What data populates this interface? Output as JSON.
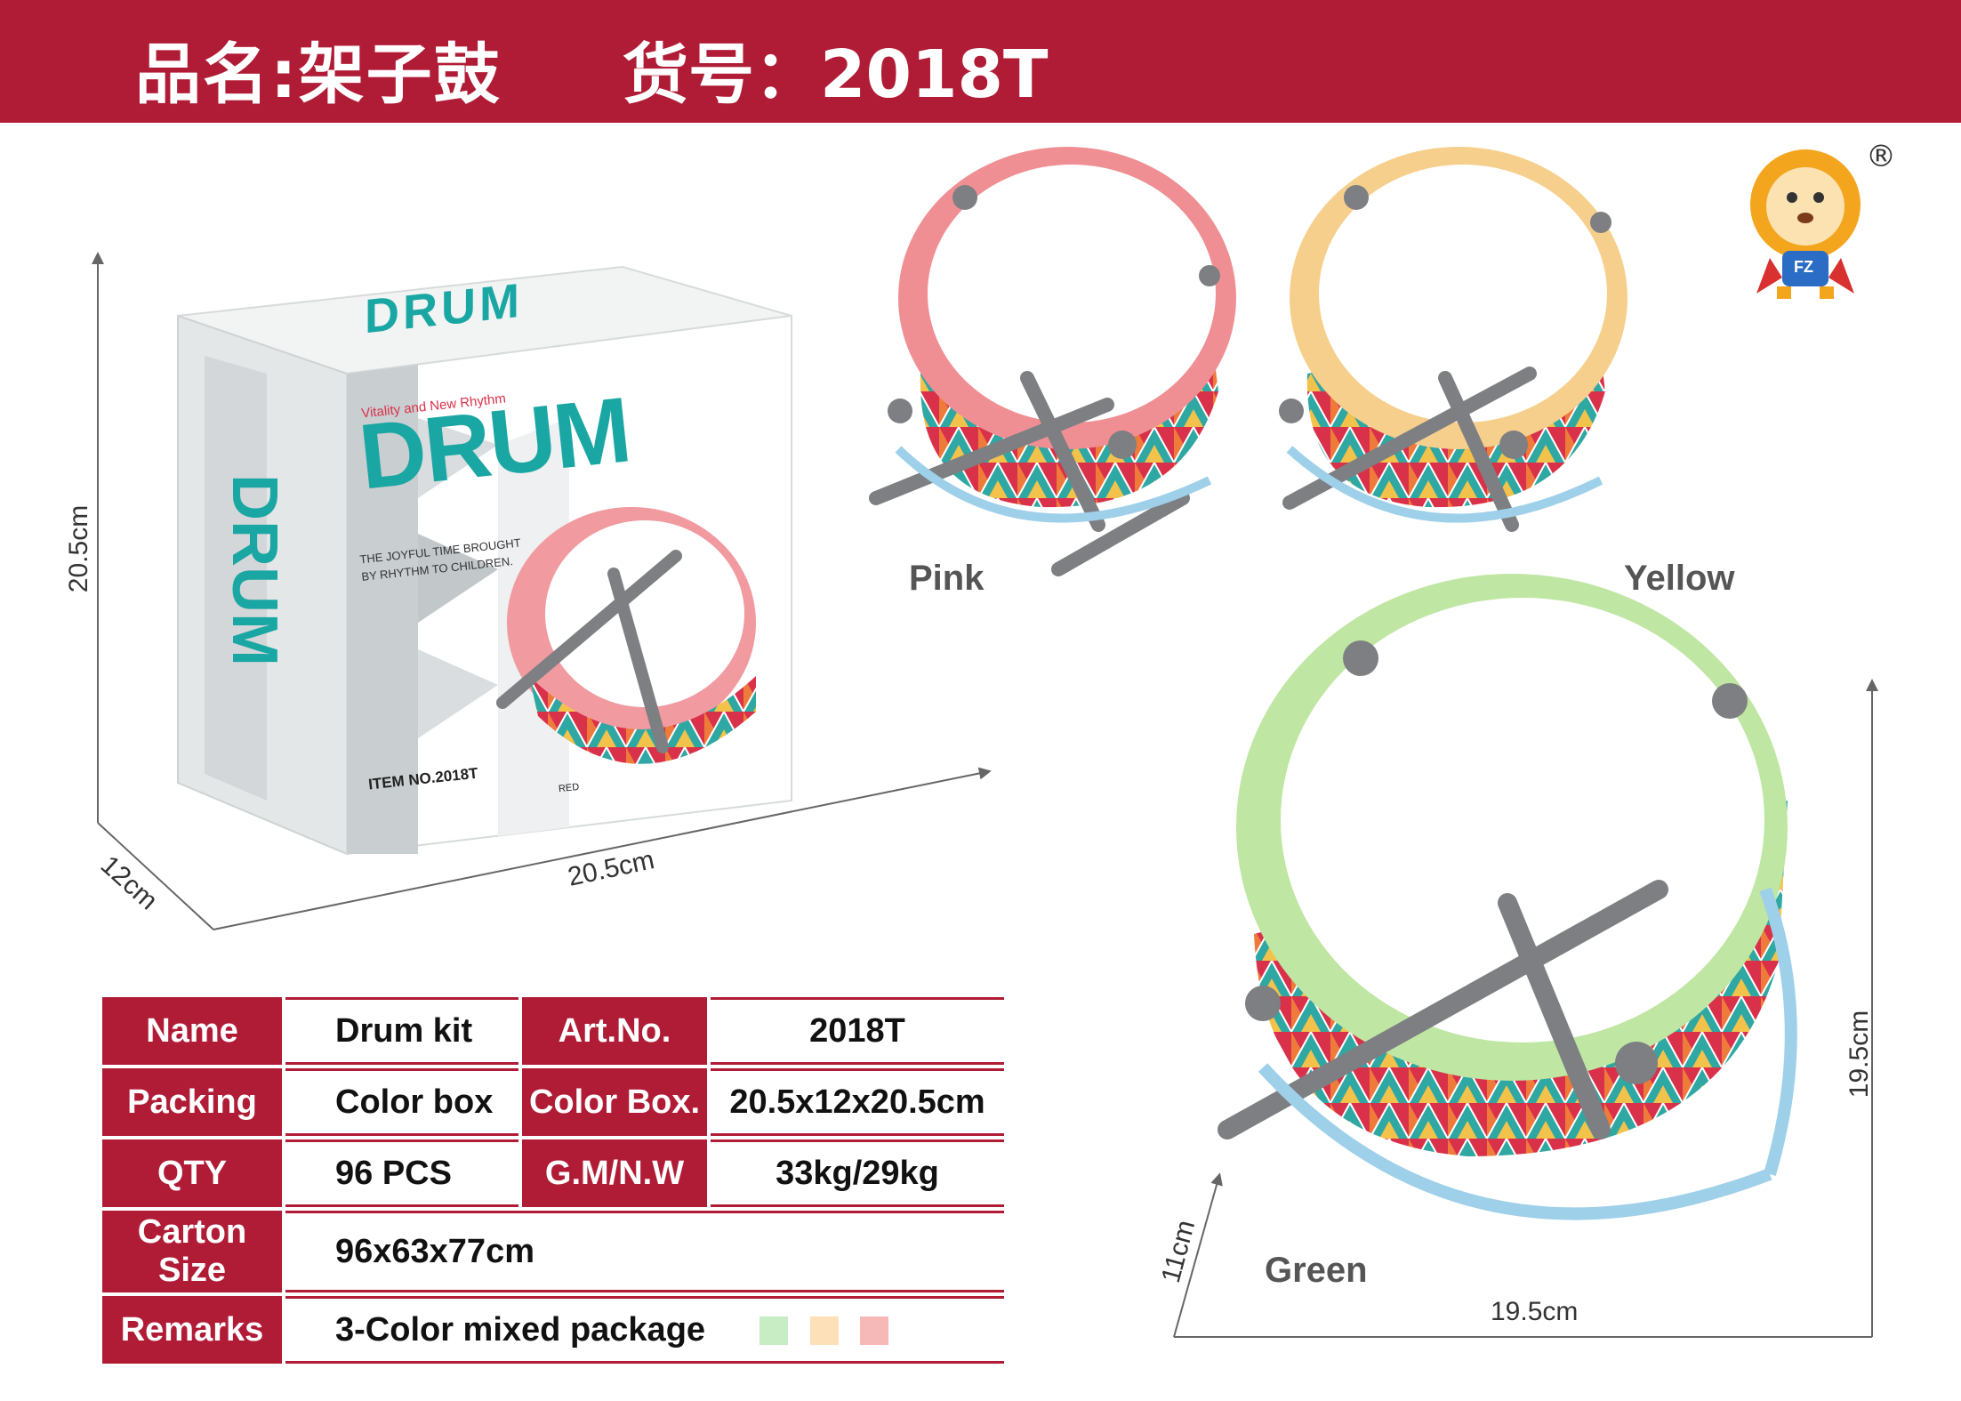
{
  "header": {
    "title": "品名:架子鼓",
    "item_no": "货号：2018T"
  },
  "box": {
    "brand_word": "DRUM",
    "tagline": "Vitality and New Rhythm",
    "slogan_line1": "THE JOYFUL TIME BROUGHT",
    "slogan_line2": "BY RHYTHM TO CHILDREN.",
    "item_no": "ITEM NO.2018T",
    "color_tag": "RED",
    "dims": {
      "height": "20.5cm",
      "width": "20.5cm",
      "depth": "12cm"
    }
  },
  "variants": [
    {
      "label": "Pink",
      "color": "#f08f93"
    },
    {
      "label": "Yellow",
      "color": "#f7cf8c"
    },
    {
      "label": "Green",
      "color": "#bfe6a3"
    }
  ],
  "product_dims": {
    "height": "19.5cm",
    "width": "19.5cm",
    "depth": "11cm"
  },
  "logo": {
    "registered": "®",
    "badge": "FZ"
  },
  "colors": {
    "brand_red": "#b01c36",
    "teal": "#1aa7a3",
    "stick_gray": "#7d7f83"
  },
  "spec_table": {
    "name_label": "Name",
    "name_value": "Drum kit",
    "artno_label": "Art.No.",
    "artno_value": "2018T",
    "packing_label": "Packing",
    "packing_value": "Color box",
    "colorbox_label": "Color Box.",
    "colorbox_value": "20.5x12x20.5cm",
    "qty_label": "QTY",
    "qty_value": "96 PCS",
    "gmnw_label": "G.M/N.W",
    "gmnw_value": "33kg/29kg",
    "carton_label": "Carton Size",
    "carton_value": "96x63x77cm",
    "remarks_label": "Remarks",
    "remarks_value": "3-Color mixed package",
    "swatches": [
      "#c8ecc4",
      "#fde0b8",
      "#f7b8b8"
    ]
  }
}
